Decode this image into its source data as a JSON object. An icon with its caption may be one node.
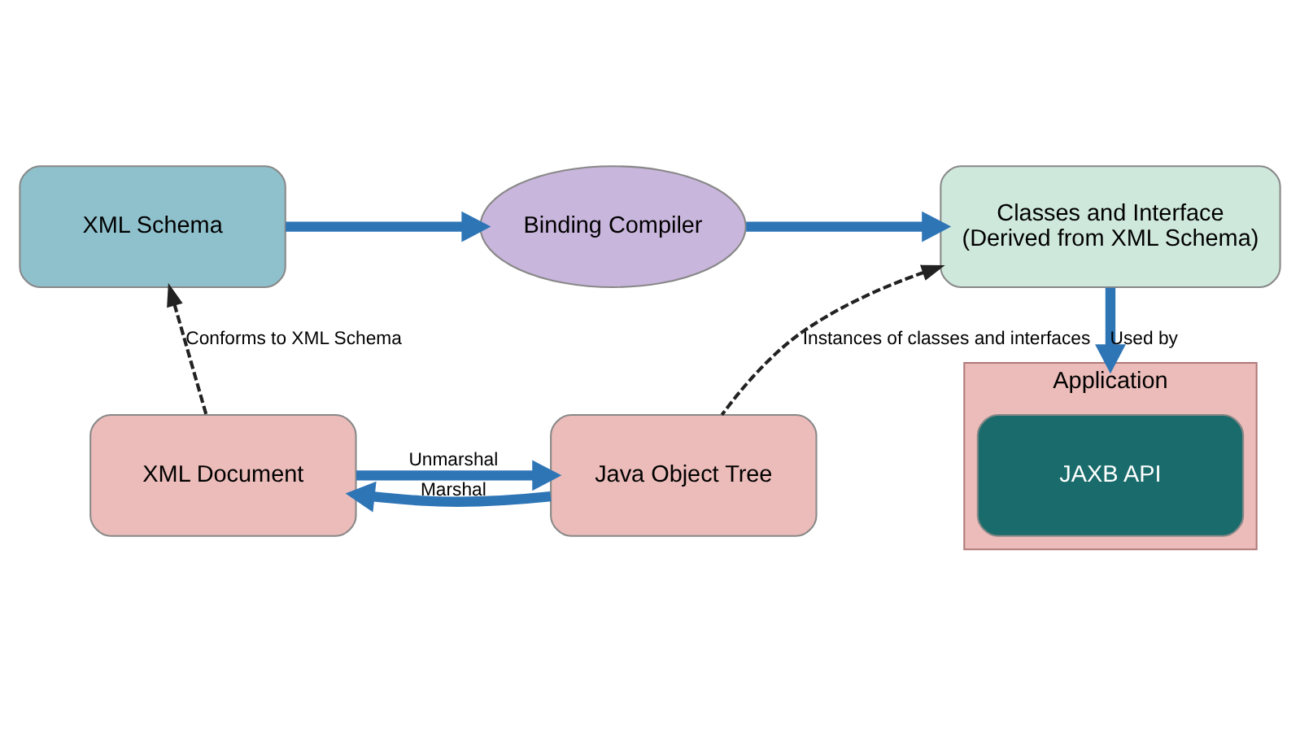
{
  "diagram": {
    "nodes": [
      {
        "text": [
          "XML Schema"
        ]
      },
      {
        "text": [
          "Binding Compiler"
        ]
      },
      {
        "text": [
          "Classes and Interface",
          "(Derived from XML Schema)"
        ]
      },
      {
        "text": [
          "XML Document"
        ]
      },
      {
        "text": [
          "Application"
        ]
      },
      {
        "text": [
          "JAXB API"
        ],
        "in": 4
      },
      {
        "text": [
          "Java Object Tree"
        ]
      }
    ],
    "edges": [
      {
        "from": 0,
        "to": 1,
        "arrow": "to"
      },
      {
        "from": 1,
        "to": 2,
        "arrow": "to"
      },
      {
        "from": 2,
        "to": 4,
        "arrow": "to",
        "label": "Used by"
      },
      {
        "from": 3,
        "to": 0,
        "arrow": "to",
        "style": "dashed",
        "color": "#222222",
        "label": "Conforms to XML Schema"
      },
      {
        "from": 6,
        "to": 2,
        "arrow": "to",
        "style": "dashed",
        "color": "#222222",
        "label": "Instances of classes and interfaces"
      },
      {
        "from": 3,
        "to": 6,
        "arrow": "to",
        "label": "Unmarshal"
      },
      {
        "from": 6,
        "to": 3,
        "arrow": "to",
        "label": "Marshal"
      }
    ]
  }
}
